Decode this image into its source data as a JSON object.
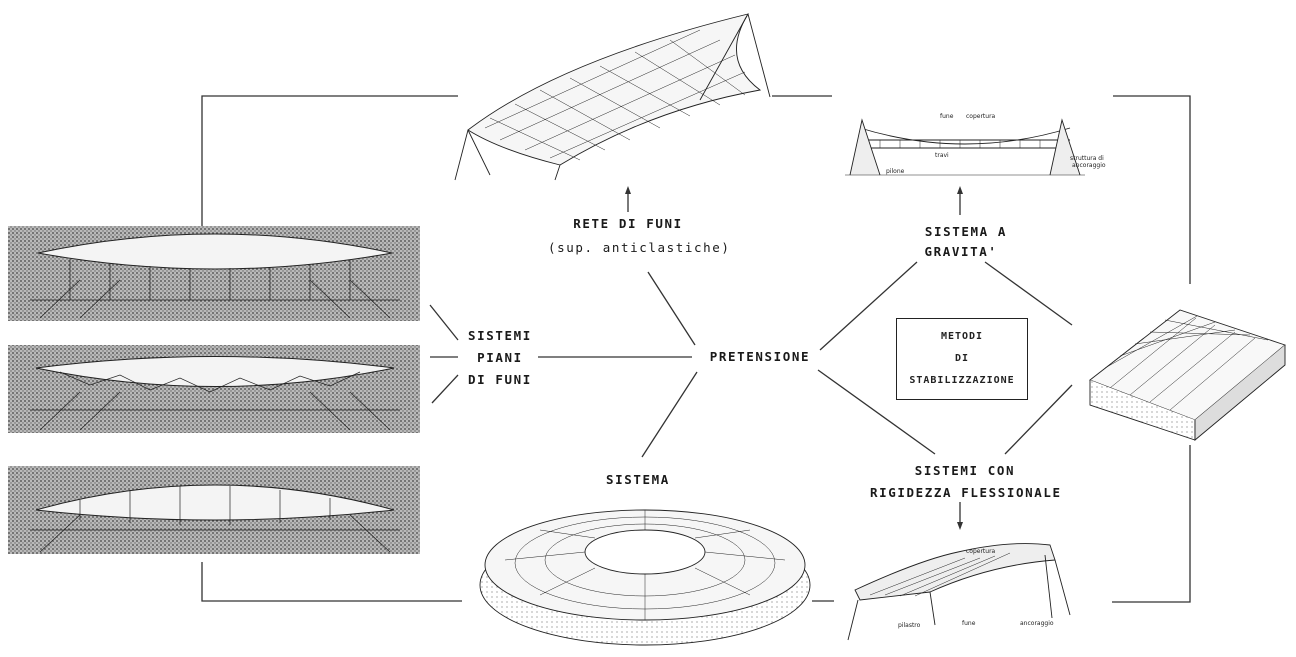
{
  "labels": {
    "rete_di_funi": "RETE DI FUNI",
    "rete_sub": "(sup. anticlastiche)",
    "sistema_a": "SISTEMA A",
    "gravita": "GRAVITA'",
    "sistemi": "SISTEMI",
    "piani": "PIANI",
    "di_funi": "DI FUNI",
    "pretensione": "PRETENSIONE",
    "sistema": "SISTEMA",
    "sistemi_con": "SISTEMI CON",
    "rigidezza": "RIGIDEZZA FLESSIONALE"
  },
  "box": {
    "line1": "METODI",
    "line2": "DI",
    "line3": "STABILIZZAZIONE"
  },
  "annotations": {
    "fune": "fune",
    "copertura": "copertura",
    "travi": "travi",
    "pilone": "pilone",
    "struttura": "struttura di",
    "ancoraggio": "ancoraggio",
    "copertura2": "copertura",
    "fune2": "fune",
    "pilastro": "pilastro",
    "ancoraggio2": "ancoraggio"
  }
}
